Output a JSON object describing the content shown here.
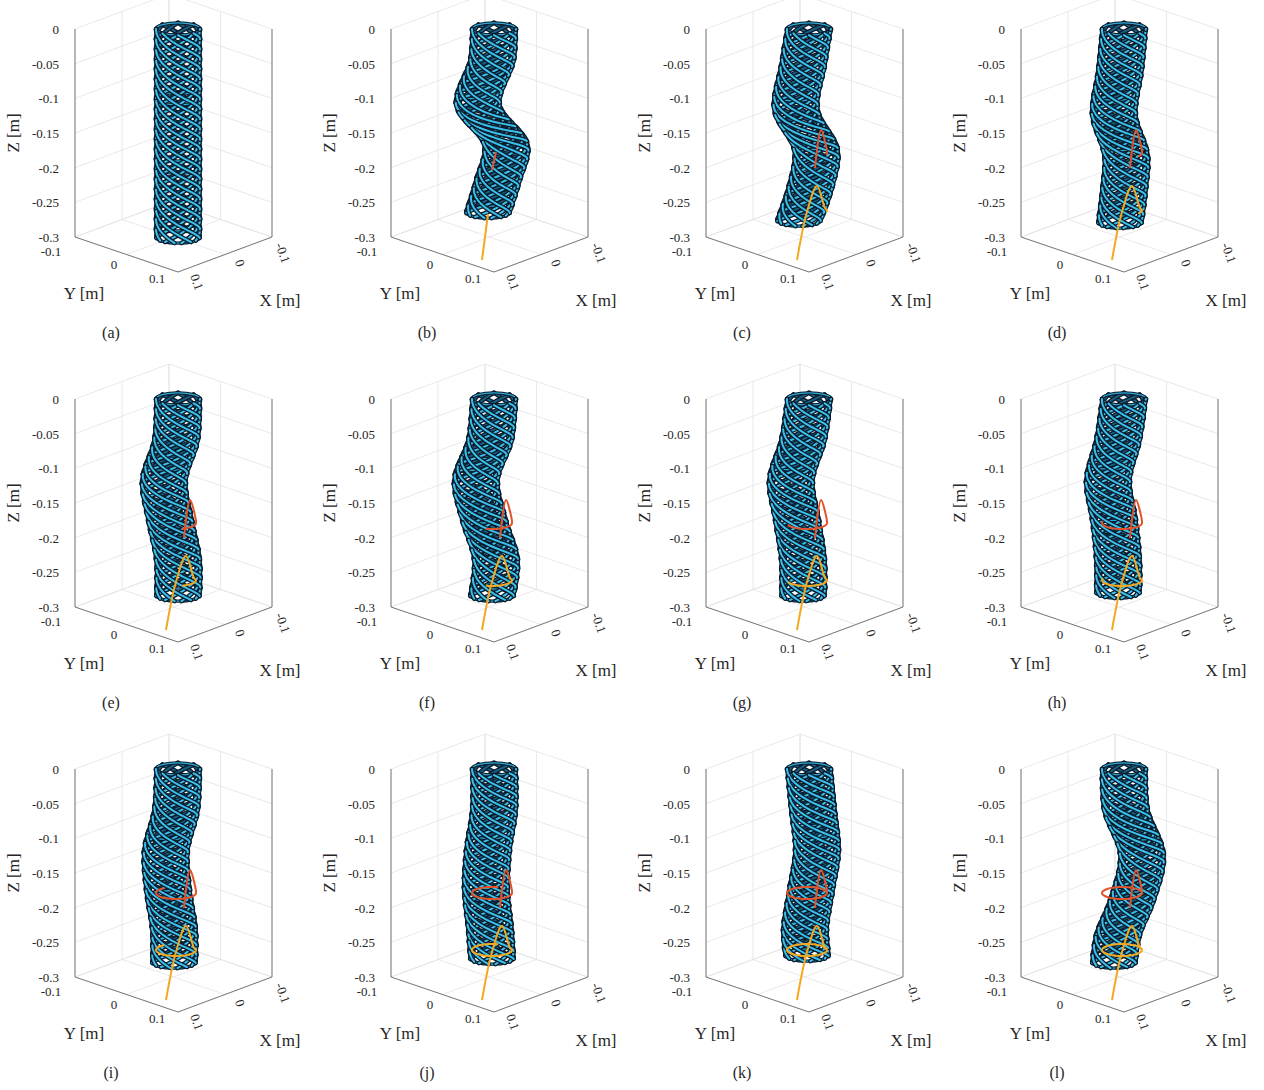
{
  "diagram": {
    "labels": [
      "0",
      "-0.05",
      "-0.1",
      "-0.15",
      "-0.2",
      "-0.25",
      "-0.3",
      "-0.1",
      "0",
      "0.1",
      "0.1",
      "0",
      "-0.1",
      "Z [m]",
      "Y [m]",
      "X [m]",
      "(a)",
      "0",
      "-0.05",
      "-0.1",
      "-0.15",
      "-0.2",
      "-0.25",
      "-0.3",
      "-0.1",
      "0",
      "0.1",
      "0.1",
      "0",
      "-0.1",
      "Z [m]",
      "Y [m]",
      "X [m]",
      "(b)",
      "0",
      "-0.05",
      "-0.1",
      "-0.15",
      "-0.2",
      "-0.25",
      "-0.3",
      "-0.1",
      "0",
      "0.1",
      "0.1",
      "0",
      "-0.1",
      "Z [m]",
      "Y [m]",
      "X [m]",
      "(c)",
      "0",
      "-0.05",
      "-0.1",
      "-0.15",
      "-0.2",
      "-0.25",
      "-0.3",
      "-0.1",
      "0",
      "0.1",
      "0.1",
      "0",
      "-0.1",
      "Z [m]",
      "Y [m]",
      "X [m]",
      "(d)",
      "0",
      "-0.05",
      "-0.1",
      "-0.15",
      "-0.2",
      "-0.25",
      "-0.3",
      "-0.1",
      "0",
      "0.1",
      "0.1",
      "0",
      "-0.1",
      "Z [m]",
      "Y [m]",
      "X [m]",
      "(e)",
      "0",
      "-0.05",
      "-0.1",
      "-0.15",
      "-0.2",
      "-0.25",
      "-0.3",
      "-0.1",
      "0",
      "0.1",
      "0.1",
      "0",
      "-0.1",
      "Z [m]",
      "Y [m]",
      "X [m]",
      "(f)",
      "0",
      "-0.05",
      "-0.1",
      "-0.15",
      "-0.2",
      "-0.25",
      "-0.3",
      "-0.1",
      "0",
      "0.1",
      "0.1",
      "0",
      "-0.1",
      "Z [m]",
      "Y [m]",
      "X [m]",
      "(g)",
      "0",
      "-0.05",
      "-0.1",
      "-0.15",
      "-0.2",
      "-0.25",
      "-0.3",
      "-0.1",
      "0",
      "0.1",
      "0.1",
      "0",
      "-0.1",
      "Z [m]",
      "Y [m]",
      "X [m]",
      "(h)",
      "0",
      "-0.05",
      "-0.1",
      "-0.15",
      "-0.2",
      "-0.25",
      "-0.3",
      "-0.1",
      "0",
      "0.1",
      "0.1",
      "0",
      "-0.1",
      "Z [m]",
      "Y [m]",
      "X [m]",
      "(i)",
      "0",
      "-0.05",
      "-0.1",
      "-0.15",
      "-0.2",
      "-0.25",
      "-0.3",
      "-0.1",
      "0",
      "0.1",
      "0.1",
      "0",
      "-0.1",
      "Z [m]",
      "Y [m]",
      "X [m]",
      "(j)",
      "0",
      "-0.05",
      "-0.1",
      "-0.15",
      "-0.2",
      "-0.25",
      "-0.3",
      "-0.1",
      "0",
      "0.1",
      "0.1",
      "0",
      "-0.1",
      "Z [m]",
      "Y [m]",
      "X [m]",
      "(k)",
      "0",
      "-0.05",
      "-0.1",
      "-0.15",
      "-0.2",
      "-0.25",
      "-0.3",
      "-0.1",
      "0",
      "0.1",
      "0.1",
      "0",
      "-0.1",
      "Z [m]",
      "Y [m]",
      "X [m]",
      "(l)"
    ]
  }
}
